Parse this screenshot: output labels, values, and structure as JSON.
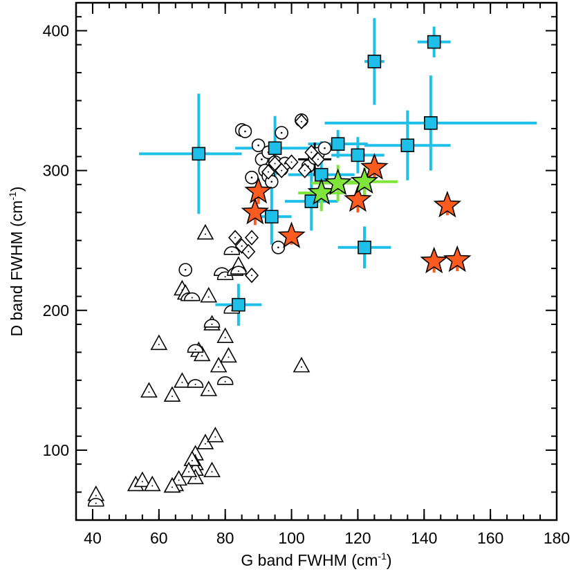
{
  "chart_data": {
    "type": "scatter",
    "xlabel": "G band FWHM (cm",
    "ylabel": "D band FWHM (cm",
    "unit_suffix": "-1",
    "unit_close": ")",
    "xlim": [
      35,
      180
    ],
    "ylim": [
      50,
      420
    ],
    "x_ticks": [
      40,
      60,
      80,
      100,
      120,
      140,
      160,
      180
    ],
    "y_ticks": [
      100,
      200,
      300,
      400
    ],
    "x_tick_labels": [
      "40",
      "60",
      "80",
      "100",
      "120",
      "140",
      "160",
      "180"
    ],
    "y_tick_labels": [
      "100",
      "200",
      "300",
      "400"
    ],
    "grid": false,
    "colors": {
      "cyan": "#1ec0ea",
      "orange": "#ff5a1f",
      "green": "#7fe53a",
      "black": "#000000"
    },
    "series": [
      {
        "marker": "triangle",
        "points": [
          [
            41,
            68
          ],
          [
            53,
            75
          ],
          [
            55,
            78
          ],
          [
            58,
            75
          ],
          [
            60,
            176
          ],
          [
            57,
            142
          ],
          [
            64,
            74
          ],
          [
            64,
            139
          ],
          [
            65,
            75
          ],
          [
            67,
            149
          ],
          [
            67,
            215
          ],
          [
            68,
            212
          ],
          [
            71,
            97
          ],
          [
            71,
            90
          ],
          [
            71,
            86
          ],
          [
            72,
            171
          ],
          [
            73,
            168
          ],
          [
            75,
            143
          ],
          [
            74,
            255
          ],
          [
            75,
            210
          ],
          [
            76,
            190
          ],
          [
            74,
            105
          ],
          [
            77,
            110
          ],
          [
            76,
            85
          ],
          [
            78,
            160
          ],
          [
            80,
            181
          ],
          [
            81,
            167
          ],
          [
            84,
            232
          ],
          [
            71,
            80
          ],
          [
            70,
            93
          ],
          [
            69,
            85
          ],
          [
            66,
            79
          ],
          [
            64,
            74
          ],
          [
            103,
            160
          ]
        ]
      },
      {
        "marker": "half-circle",
        "points": [
          [
            41,
            62
          ],
          [
            69,
            209
          ],
          [
            70,
            209
          ],
          [
            71,
            172
          ],
          [
            76,
            190
          ],
          [
            79,
            227
          ],
          [
            80,
            149
          ],
          [
            80,
            224
          ],
          [
            82,
            200
          ],
          [
            82,
            242
          ],
          [
            83,
            227
          ],
          [
            71,
            147
          ],
          [
            84,
            228
          ]
        ]
      },
      {
        "marker": "circle",
        "points": [
          [
            68,
            229
          ],
          [
            85,
            329
          ],
          [
            86,
            328
          ],
          [
            88,
            295
          ],
          [
            90,
            318
          ],
          [
            91,
            308
          ],
          [
            92,
            300
          ],
          [
            93,
            313
          ],
          [
            93,
            296
          ],
          [
            94,
            292
          ],
          [
            95,
            306
          ],
          [
            96,
            245
          ],
          [
            97,
            327
          ],
          [
            97,
            301
          ],
          [
            98,
            305
          ],
          [
            103,
            336
          ],
          [
            105,
            303
          ],
          [
            107,
            309
          ],
          [
            108,
            312
          ],
          [
            110,
            316
          ]
        ]
      },
      {
        "marker": "diamond",
        "points": [
          [
            83,
            252
          ],
          [
            85,
            246
          ],
          [
            87,
            242
          ],
          [
            88,
            252
          ],
          [
            88,
            225
          ],
          [
            93,
            299
          ],
          [
            95,
            305
          ],
          [
            97,
            300
          ],
          [
            100,
            306
          ],
          [
            103,
            335
          ],
          [
            104,
            300
          ],
          [
            106,
            313
          ],
          [
            108,
            308
          ]
        ]
      },
      {
        "marker": "square",
        "color_key": "cyan",
        "points": [
          {
            "x": 72,
            "y": 312,
            "xerr": [
              18,
              13
            ],
            "yerr": [
              43,
              43
            ]
          },
          {
            "x": 84,
            "y": 204,
            "xerr": [
              7,
              7
            ],
            "yerr": [
              15,
              15
            ]
          },
          {
            "x": 94,
            "y": 267,
            "xerr": [
              6,
              6
            ],
            "yerr": [
              20,
              20
            ]
          },
          {
            "x": 95,
            "y": 316,
            "xerr": [
              12,
              12
            ],
            "yerr": [
              23,
              23
            ]
          },
          {
            "x": 106,
            "y": 278,
            "xerr": [
              8,
              8
            ],
            "yerr": [
              21,
              21
            ]
          },
          {
            "x": 109,
            "y": 297,
            "xerr": [
              10,
              10
            ],
            "yerr": [
              24,
              24
            ]
          },
          {
            "x": 114,
            "y": 319,
            "xerr": [
              9,
              9
            ],
            "yerr": [
              10,
              10
            ]
          },
          {
            "x": 120,
            "y": 311,
            "xerr": [
              8,
              8
            ],
            "yerr": [
              13,
              13
            ]
          },
          {
            "x": 122,
            "y": 245,
            "xerr": [
              8,
              8
            ],
            "yerr": [
              15,
              15
            ]
          },
          {
            "x": 125,
            "y": 378,
            "xerr": [
              3,
              3
            ],
            "yerr": [
              31,
              31
            ]
          },
          {
            "x": 135,
            "y": 318,
            "xerr": [
              13,
              13
            ],
            "yerr": [
              25,
              25
            ]
          },
          {
            "x": 142,
            "y": 334,
            "xerr": [
              32,
              32
            ],
            "yerr": [
              34,
              34
            ]
          },
          {
            "x": 143,
            "y": 392,
            "xerr": [
              5,
              5
            ],
            "yerr": [
              11,
              11
            ]
          }
        ]
      },
      {
        "marker": "star",
        "color_key": "orange",
        "points": [
          {
            "x": 90,
            "y": 285,
            "yerr": [
              9,
              9
            ]
          },
          {
            "x": 89,
            "y": 270,
            "yerr": [
              9,
              9
            ]
          },
          {
            "x": 100,
            "y": 253,
            "yerr": [
              6,
              6
            ]
          },
          {
            "x": 120,
            "y": 279,
            "yerr": [
              9,
              9
            ]
          },
          {
            "x": 125,
            "y": 302,
            "yerr": [
              7,
              7
            ]
          },
          {
            "x": 143,
            "y": 235,
            "yerr": [
              8,
              8
            ]
          },
          {
            "x": 147,
            "y": 275,
            "yerr": [
              7,
              7
            ]
          },
          {
            "x": 150,
            "y": 236,
            "yerr": [
              8,
              8
            ]
          }
        ]
      },
      {
        "marker": "star",
        "color_key": "green",
        "points": [
          {
            "x": 109,
            "y": 284,
            "xerr": [
              7,
              7
            ],
            "yerr": [
              13,
              13
            ]
          },
          {
            "x": 114,
            "y": 291,
            "xerr": [
              8,
              8
            ],
            "yerr": [
              13,
              13
            ]
          },
          {
            "x": 122,
            "y": 292,
            "xerr": [
              10,
              10
            ],
            "yerr": [
              10,
              10
            ]
          }
        ]
      },
      {
        "marker": "cross",
        "color_key": "black",
        "points": [
          {
            "x": 107,
            "y": 308,
            "xerr": [
              5,
              5
            ],
            "yerr": [
              12,
              12
            ]
          }
        ]
      }
    ]
  }
}
